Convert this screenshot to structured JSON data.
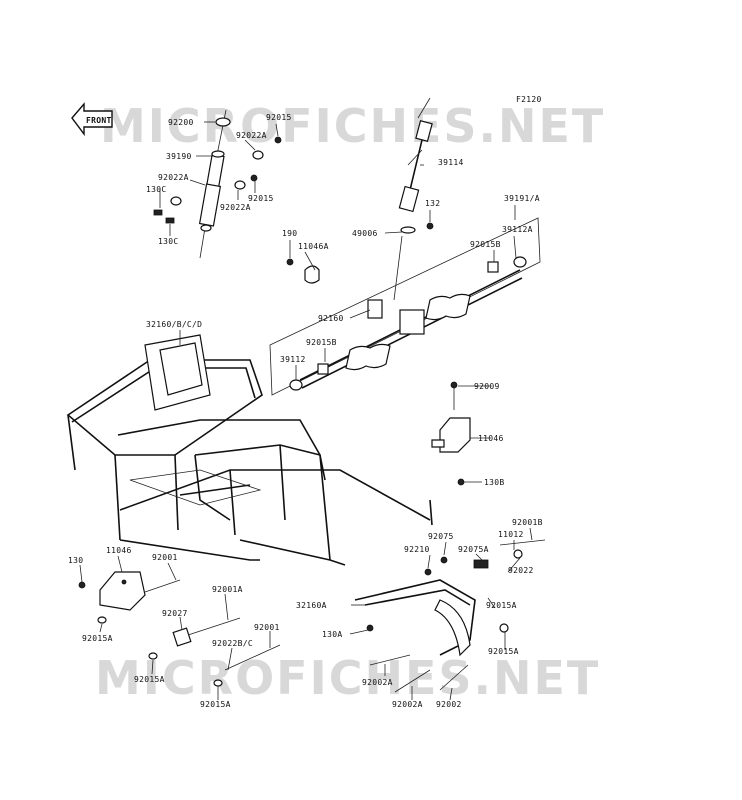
{
  "figure_code": "F2120",
  "front_arrow": "FRONT",
  "watermark": "MICROFICHES.NET",
  "labels": [
    {
      "id": "l1",
      "text": "92200"
    },
    {
      "id": "l2",
      "text": "92015"
    },
    {
      "id": "l3",
      "text": "92022A"
    },
    {
      "id": "l4",
      "text": "39190"
    },
    {
      "id": "l5",
      "text": "92022A"
    },
    {
      "id": "l6",
      "text": "92015"
    },
    {
      "id": "l7",
      "text": "130C"
    },
    {
      "id": "l8",
      "text": "92022A"
    },
    {
      "id": "l9",
      "text": "130C"
    },
    {
      "id": "l10",
      "text": "39114"
    },
    {
      "id": "l11",
      "text": "132"
    },
    {
      "id": "l12",
      "text": "39191/A"
    },
    {
      "id": "l13",
      "text": "49006"
    },
    {
      "id": "l14",
      "text": "190"
    },
    {
      "id": "l15",
      "text": "11046A"
    },
    {
      "id": "l16",
      "text": "39112A"
    },
    {
      "id": "l17",
      "text": "92015B"
    },
    {
      "id": "l18",
      "text": "92160"
    },
    {
      "id": "l19",
      "text": "32160/B/C/D"
    },
    {
      "id": "l20",
      "text": "92015B"
    },
    {
      "id": "l21",
      "text": "39112"
    },
    {
      "id": "l22",
      "text": "92009"
    },
    {
      "id": "l23",
      "text": "11046"
    },
    {
      "id": "l24",
      "text": "130B"
    },
    {
      "id": "l25",
      "text": "11012"
    },
    {
      "id": "l26",
      "text": "92001B"
    },
    {
      "id": "l27",
      "text": "92075"
    },
    {
      "id": "l28",
      "text": "92210"
    },
    {
      "id": "l29",
      "text": "92075A"
    },
    {
      "id": "l30",
      "text": "92022"
    },
    {
      "id": "l31",
      "text": "130"
    },
    {
      "id": "l32",
      "text": "11046"
    },
    {
      "id": "l33",
      "text": "92001"
    },
    {
      "id": "l34",
      "text": "92001A"
    },
    {
      "id": "l35",
      "text": "92015A"
    },
    {
      "id": "l36",
      "text": "32160A"
    },
    {
      "id": "l37",
      "text": "92015A"
    },
    {
      "id": "l38",
      "text": "92027"
    },
    {
      "id": "l39",
      "text": "92001"
    },
    {
      "id": "l40",
      "text": "130A"
    },
    {
      "id": "l41",
      "text": "92022B/C"
    },
    {
      "id": "l42",
      "text": "92015A"
    },
    {
      "id": "l43",
      "text": "92015A"
    },
    {
      "id": "l44",
      "text": "92002A"
    },
    {
      "id": "l45",
      "text": "92015A"
    },
    {
      "id": "l46",
      "text": "92002A"
    },
    {
      "id": "l47",
      "text": "92002"
    }
  ]
}
